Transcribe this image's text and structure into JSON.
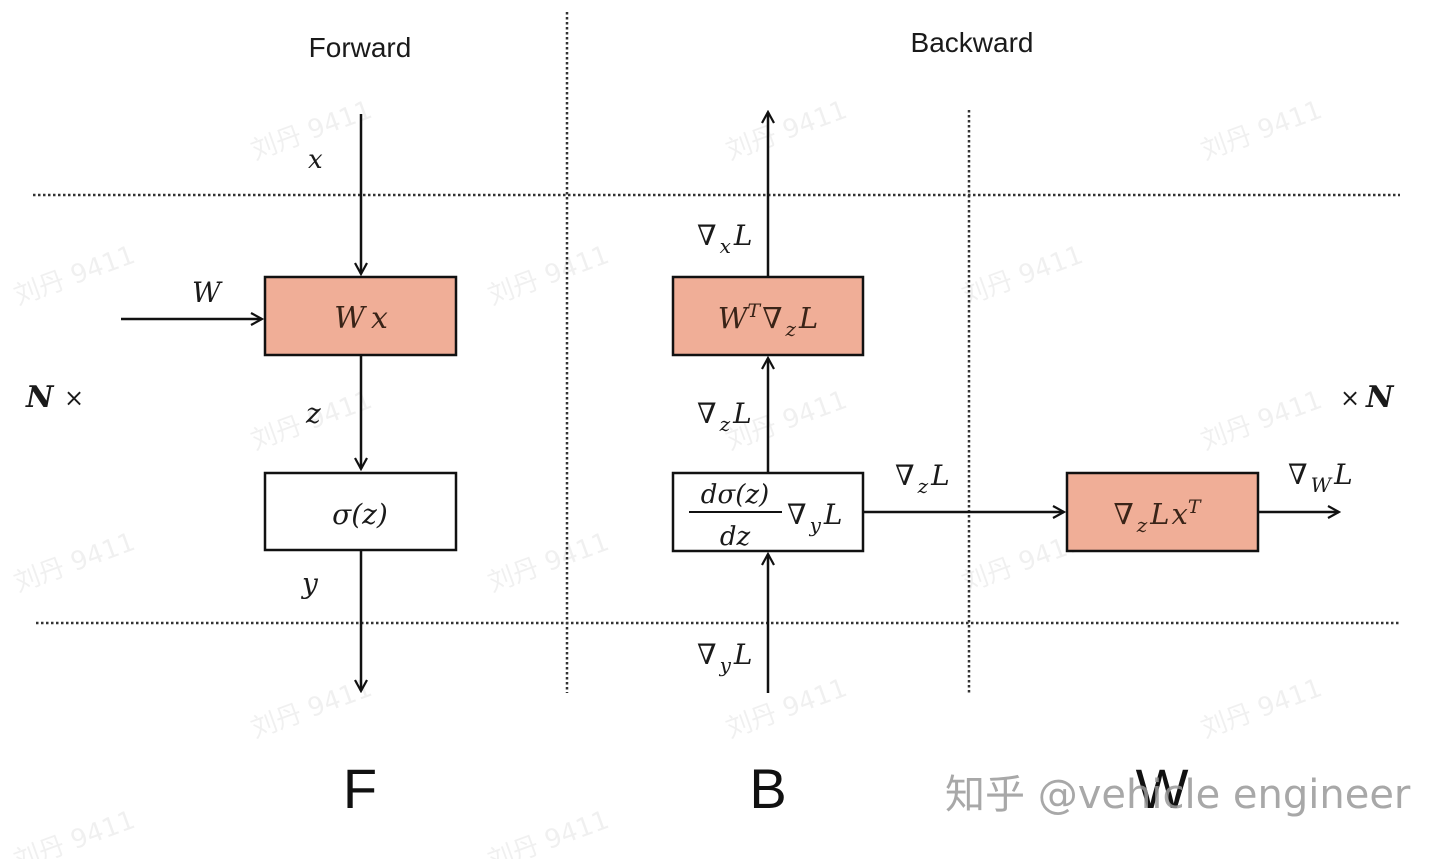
{
  "diagram": {
    "type": "backprop-linear-layer-flow",
    "colors": {
      "box_fill_highlight": "#F0AE97",
      "box_fill_plain": "#FFFFFF",
      "stroke": "#111111",
      "dotted": "#333333",
      "text": "#1a1a1a"
    },
    "headers": {
      "forward": "Forward",
      "backward": "Backward"
    },
    "phase_labels": {
      "f": "F",
      "b": "B",
      "w": "W"
    },
    "repeat_left": {
      "N": "N",
      "times": "×"
    },
    "repeat_right": {
      "N": "N",
      "times": "×"
    },
    "forward": {
      "input_label": "x",
      "weight_label": "W",
      "box_linear": {
        "main": "Wx",
        "a": "W",
        "b": "x"
      },
      "z_label": "z",
      "box_activation": "σ(z)",
      "output_label": "y"
    },
    "backward_b": {
      "top_label": {
        "nabla": "∇",
        "sub": "x",
        "L": "L"
      },
      "box_wt": {
        "W": "W",
        "sup": "T",
        "nabla": "∇",
        "sub": "z",
        "L": "L"
      },
      "mid_label": {
        "nabla": "∇",
        "sub": "z",
        "L": "L"
      },
      "box_deriv": {
        "numerator": "dσ(z)",
        "denominator": "dz",
        "nabla": "∇",
        "sub": "y",
        "L": "L"
      },
      "bottom_label": {
        "nabla": "∇",
        "sub": "y",
        "L": "L"
      }
    },
    "backward_w": {
      "input_label": {
        "nabla": "∇",
        "sub": "z",
        "L": "L"
      },
      "box_grad": {
        "nabla": "∇",
        "sub": "z",
        "L": "L",
        "x": "x",
        "sup": "T"
      },
      "output_label": {
        "nabla": "∇",
        "sub": "W",
        "L": "L"
      }
    },
    "watermark_text": "刘丹 9411",
    "footer_watermark": "知乎 @vehicle engineer"
  }
}
